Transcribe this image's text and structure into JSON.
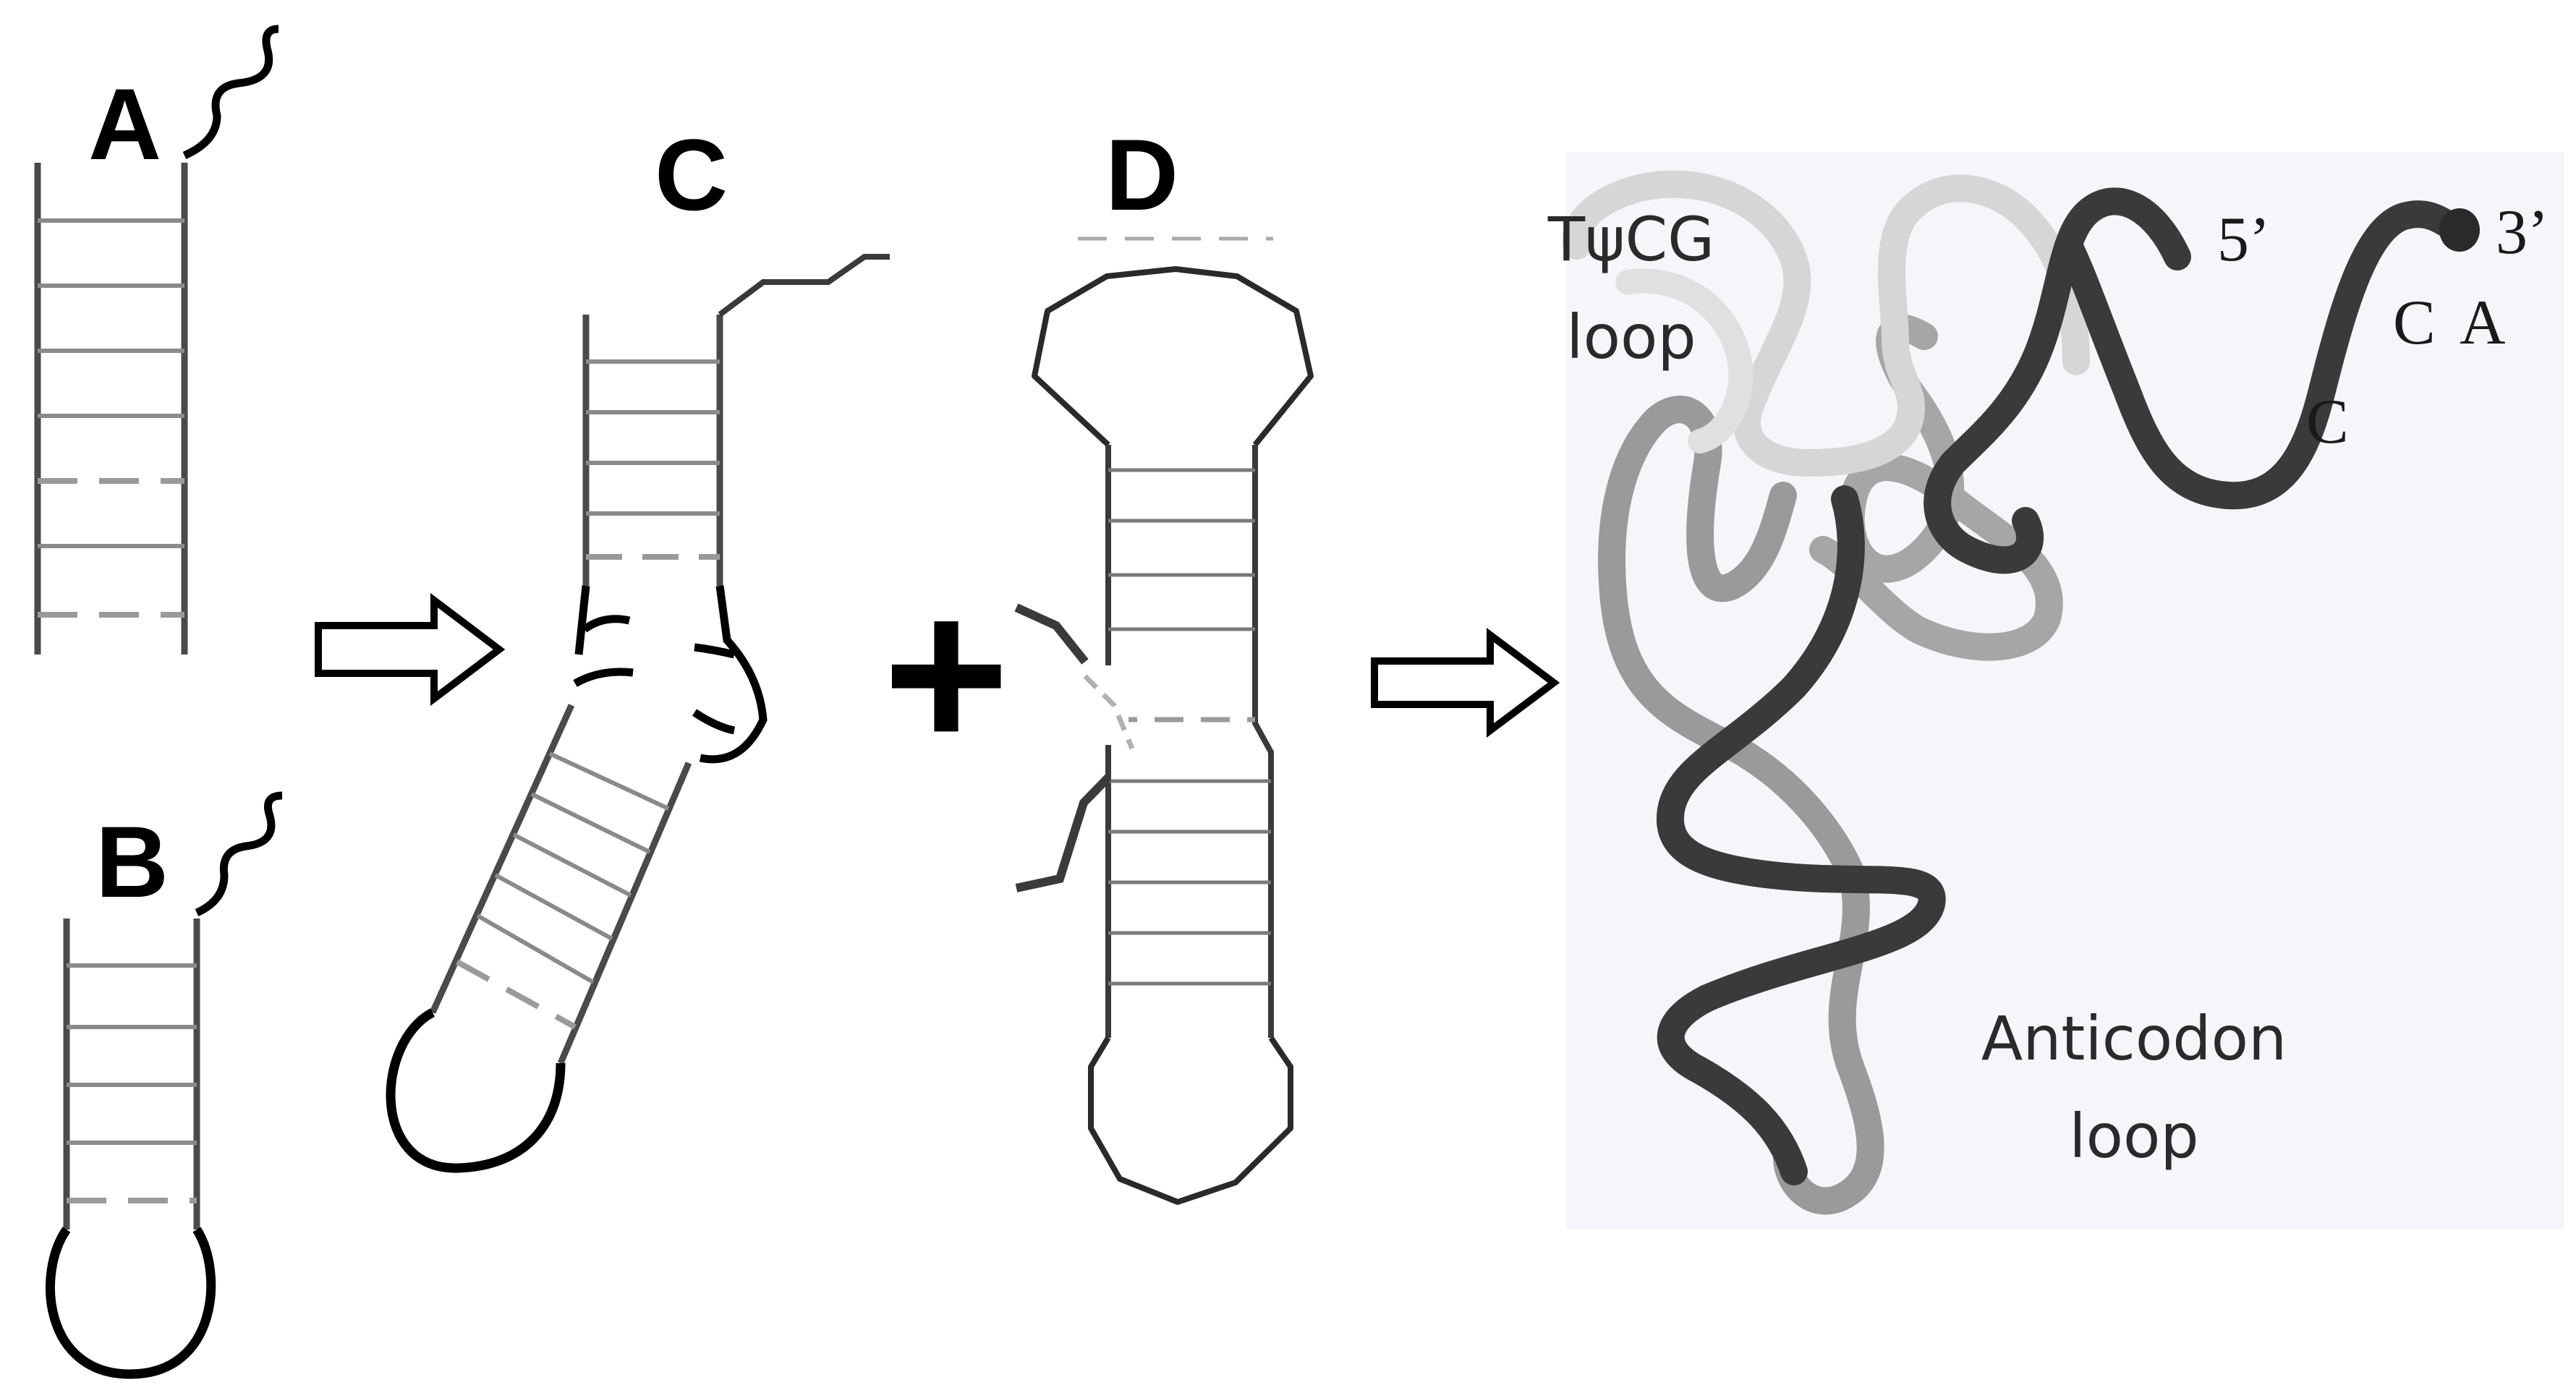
{
  "panels": {
    "a": "A",
    "b": "B",
    "c": "C",
    "d": "D"
  },
  "plus": "+",
  "tertiary": {
    "tpsicg_line1": "TψCG",
    "tpsicg_line2": "loop",
    "end5": "5’",
    "end3": "3’",
    "cca_c1": "C",
    "cca_c2": "C",
    "cca_a": "A",
    "anticodon_line1": "Anticodon",
    "anticodon_line2": "loop"
  },
  "colors": {
    "dark_strand": "#3a3a3a",
    "medium_strand": "#9a9a9a",
    "light_strand": "#d6d6d6",
    "rung": "#8a8a8a",
    "backbone": "#4a4a4a",
    "loop": "#000000",
    "background_tint": "#f4f6f9"
  }
}
